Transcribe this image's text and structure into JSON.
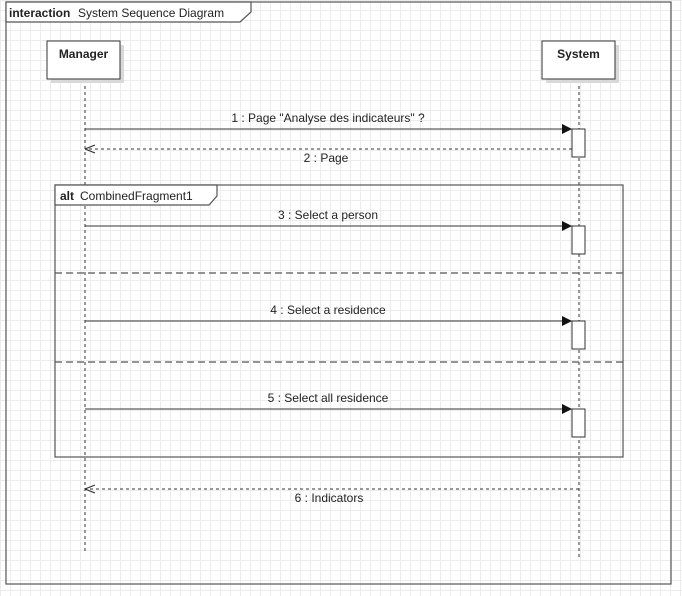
{
  "frame": {
    "keyword": "interaction",
    "title": "System Sequence Diagram"
  },
  "lifelines": [
    {
      "id": "manager",
      "label": "Manager"
    },
    {
      "id": "system",
      "label": "System"
    }
  ],
  "fragment": {
    "operator": "alt",
    "name": "CombinedFragment1"
  },
  "messages": [
    {
      "id": "m1",
      "label": "1 : Page \"Analyse des indicateurs\" ?",
      "from": "manager",
      "to": "system",
      "kind": "sync"
    },
    {
      "id": "m2",
      "label": "2 : Page",
      "from": "system",
      "to": "manager",
      "kind": "reply"
    },
    {
      "id": "m3",
      "label": "3 : Select a person",
      "from": "manager",
      "to": "system",
      "kind": "sync"
    },
    {
      "id": "m4",
      "label": "4 : Select a residence",
      "from": "manager",
      "to": "system",
      "kind": "sync"
    },
    {
      "id": "m5",
      "label": "5 : Select all residence",
      "from": "manager",
      "to": "system",
      "kind": "sync"
    },
    {
      "id": "m6",
      "label": "6 : Indicators",
      "from": "system",
      "to": "manager",
      "kind": "reply"
    }
  ],
  "colors": {
    "line": "#333333",
    "frame_border": "#555555",
    "text": "#222222",
    "box_fill": "#ffffff",
    "shadow": "#d9d9d9"
  }
}
